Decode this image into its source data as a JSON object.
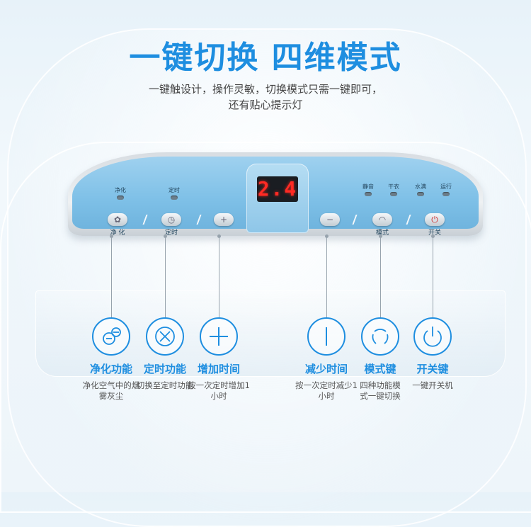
{
  "header": {
    "title": "一键切换 四维模式",
    "subtitle_line1": "一键触设计，操作灵敏，切换模式只需一键即可，",
    "subtitle_line2": "还有贴心提示灯"
  },
  "panel": {
    "display_value": "2.4",
    "indicators_left": [
      "净化",
      "定时"
    ],
    "indicators_right": [
      "静音",
      "干衣",
      "水满",
      "运行"
    ],
    "button_labels": {
      "purify": "净 化",
      "timer": "定时",
      "mode": "模式",
      "power": "开关"
    }
  },
  "features": [
    {
      "name": "净化功能",
      "desc": "净化空气中的烟雾灰尘",
      "icon": "purify-icon"
    },
    {
      "name": "定时功能",
      "desc": "切换至定时功能",
      "icon": "timer-icon"
    },
    {
      "name": "增加时间",
      "desc": "按一次定时增加1小时",
      "icon": "plus-icon"
    },
    {
      "name": "减少时间",
      "desc": "按一次定时减少1小时",
      "icon": "minus-icon"
    },
    {
      "name": "模式键",
      "desc": "四种功能模式一键切换",
      "icon": "mode-icon"
    },
    {
      "name": "开关键",
      "desc": "一键开关机",
      "icon": "power-icon"
    }
  ],
  "colors": {
    "accent": "#1e8ee0",
    "panel_face": "#7ec0e7",
    "display_digits": "#ff2a24"
  }
}
